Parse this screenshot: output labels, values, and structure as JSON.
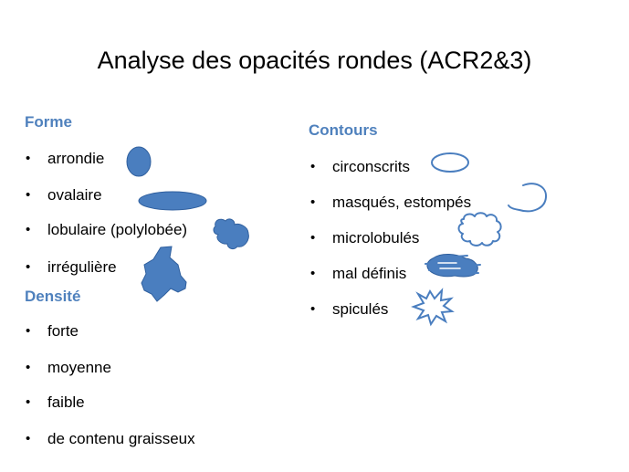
{
  "title": "Analyse des opacités rondes (ACR2&3)",
  "accent_color": "#4f81bd",
  "shape_fill_color": "#4a7ebf",
  "shape_stroke_color": "#2f5f9e",
  "bullet_glyph": "•",
  "left_column": {
    "forme": {
      "heading": "Forme",
      "items": [
        "arrondie",
        "ovalaire",
        "lobulaire (polylobée)",
        "irrégulière"
      ]
    },
    "densite": {
      "heading": "Densité",
      "items": [
        "forte",
        "moyenne",
        "faible",
        "de contenu graisseux"
      ]
    }
  },
  "right_column": {
    "contours": {
      "heading": "Contours",
      "items": [
        "circonscrits",
        "masqués, estompés",
        "microlobulés",
        "mal définis",
        "spiculés"
      ]
    }
  },
  "shape_icons": {
    "forme": [
      "round-shape-icon",
      "oval-shape-icon",
      "lobulated-shape-icon",
      "irregular-shape-icon"
    ],
    "contours": [
      "circumscribed-contour-icon",
      "obscured-contour-icon",
      "microlobulated-contour-icon",
      "ill-defined-contour-icon",
      "spiculated-contour-icon"
    ]
  }
}
